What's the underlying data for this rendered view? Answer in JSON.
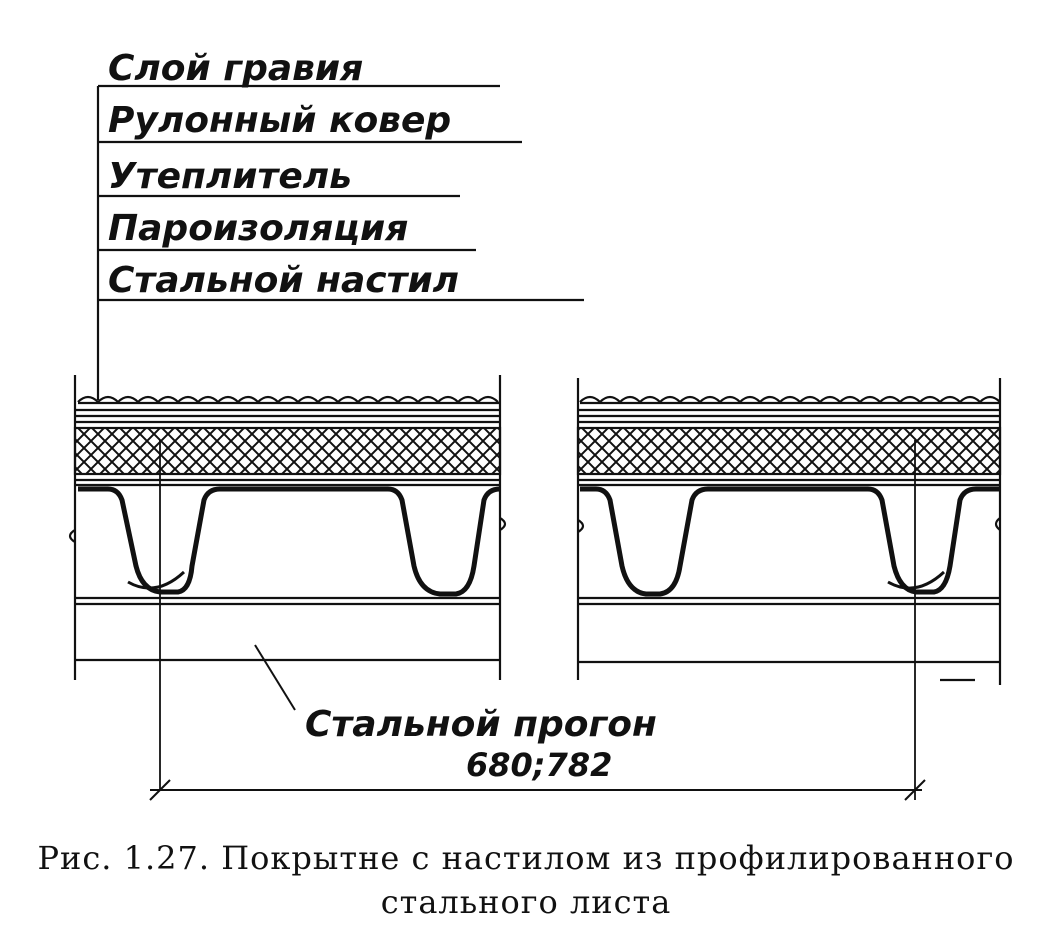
{
  "layers": [
    "Слой гравия",
    "Рулонный ковер",
    "Утеплитель",
    "Пароизоляция",
    "Стальной настил"
  ],
  "purlin_label": "Стальной прогон",
  "dimension": "680;782",
  "caption": {
    "line1": "Рис. 1.27. Покрытне с настилом  из профилированного",
    "line2": "стального листа"
  },
  "colors": {
    "ink": "#111111",
    "paper": "#ffffff"
  }
}
